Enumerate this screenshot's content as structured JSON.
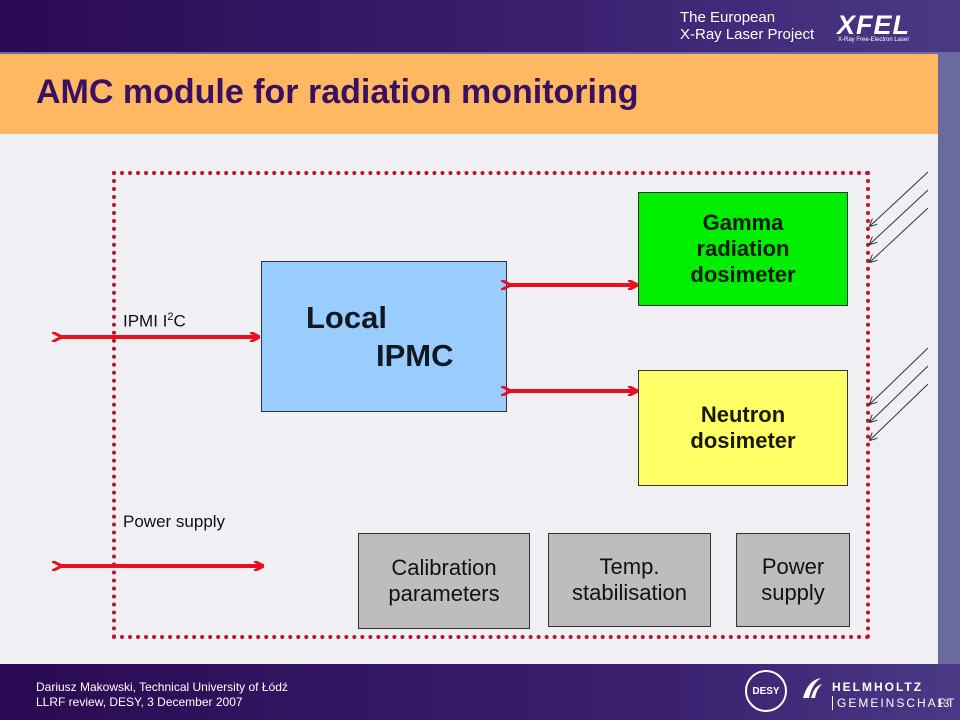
{
  "header": {
    "project_line1": "The European",
    "project_line2": "X-Ray Laser Project",
    "logo_text": "XFEL",
    "logo_subtext": "X-Ray Free-Electron Laser"
  },
  "title": "AMC module for radiation monitoring",
  "diagram": {
    "ipmc_line1": "Local",
    "ipmc_line2": "IPMC",
    "gamma_label": "Gamma radiation dosimeter",
    "neutron_label": "Neutron dosimeter",
    "calibration_label": "Calibration parameters",
    "temp_label": "Temp. stabilisation",
    "power_box_label": "Power supply",
    "ipmi_label_prefix": "IPMI I",
    "ipmi_label_sup": "2",
    "ipmi_label_suffix": "C",
    "power_label": "Power supply",
    "colors": {
      "arrow": "#e8101e",
      "border": "#c0102a",
      "gamma": "#00ee00",
      "neutron": "#ffff66",
      "ipmc": "#99ccff",
      "grey_box": "#bdbdbd"
    }
  },
  "footer": {
    "author": "Dariusz Makowski, Technical University of Łódź",
    "event": "LLRF review, DESY, 3 December 2007",
    "page_number": "13",
    "desy_logo": "DESY",
    "helmholtz_line1": "HELMHOLTZ",
    "helmholtz_line2": "GEMEINSCHAFT"
  }
}
